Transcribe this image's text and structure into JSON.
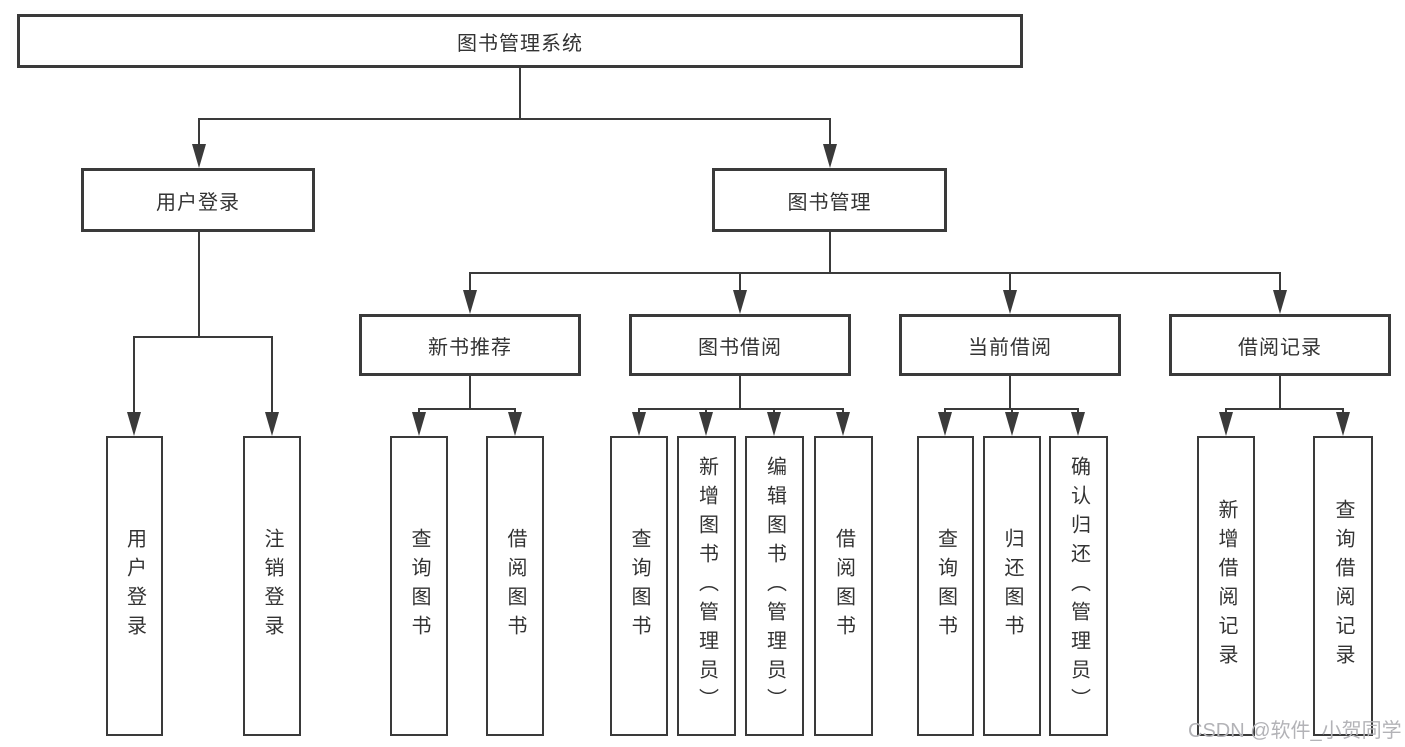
{
  "root": {
    "label": "图书管理系统"
  },
  "branches": [
    {
      "label": "用户登录",
      "children": [
        "用户登录",
        "注销登录"
      ]
    },
    {
      "label": "图书管理",
      "children": [
        {
          "label": "新书推荐",
          "children": [
            "查询图书",
            "借阅图书"
          ]
        },
        {
          "label": "图书借阅",
          "children": [
            "查询图书",
            "新增图书（管理员）",
            "编辑图书（管理员）",
            "借阅图书"
          ]
        },
        {
          "label": "当前借阅",
          "children": [
            "查询图书",
            "归还图书",
            "确认归还（管理员）"
          ]
        },
        {
          "label": "借阅记录",
          "children": [
            "新增借阅记录",
            "查询借阅记录"
          ]
        }
      ]
    }
  ],
  "watermark": "CSDN @软件_小贺同学",
  "colors": {
    "line": "#3a3a3a",
    "text": "#333333",
    "watermark": "#b3b3b7",
    "background": "#ffffff"
  }
}
